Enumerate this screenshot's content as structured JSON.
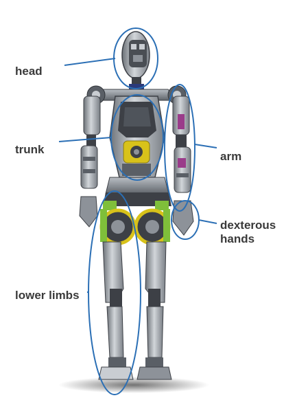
{
  "labels": {
    "head": "head",
    "trunk": "trunk",
    "arm": "arm",
    "dexterous_line1": "dexterous",
    "dexterous_line2": "hands",
    "lower_limbs": "lower limbs"
  },
  "colors": {
    "annotation": "#2b6fb5",
    "label_text": "#3a3a3a",
    "robot_dark": "#3d4046",
    "robot_mid": "#8d9299",
    "robot_light": "#c9cdd2",
    "accent_yellow": "#d8c21a",
    "accent_green": "#7fbf3a",
    "accent_purple": "#9a3c8a"
  }
}
